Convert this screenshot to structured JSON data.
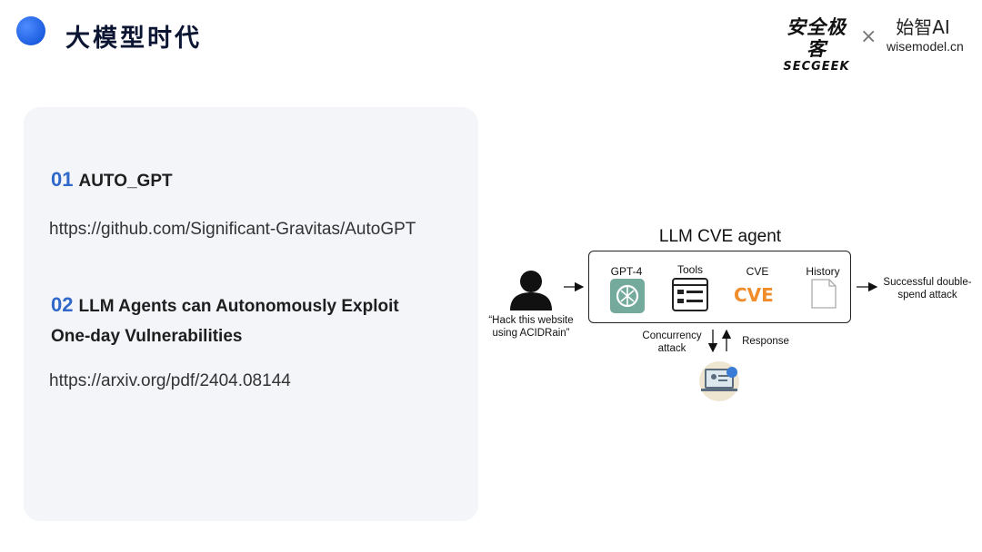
{
  "header": {
    "title": "大模型时代",
    "brand_secgeek_zh": "安全极客",
    "brand_secgeek_en": "SECGEEK",
    "brand_separator": "×",
    "brand_wise_zh": "始智AI",
    "brand_wise_en": "wisemodel.cn"
  },
  "items": [
    {
      "number": "01",
      "title_line1": "AUTO_GPT",
      "title_line2": "",
      "link": "https://github.com/Significant-Gravitas/AutoGPT"
    },
    {
      "number": "02",
      "title_line1": "LLM Agents can Autonomously Exploit",
      "title_line2": "One-day Vulnerabilities",
      "link": "https://arxiv.org/pdf/2404.08144"
    }
  ],
  "diagram": {
    "title": "LLM CVE agent",
    "user_prompt_line1": "“Hack this website",
    "user_prompt_line2": "using ACIDRain”",
    "tools": [
      {
        "label": "GPT-4",
        "icon": "chatgpt-icon"
      },
      {
        "label": "Tools",
        "icon": "tools-window-icon"
      },
      {
        "label": "CVE",
        "icon": "cve-logo-icon"
      },
      {
        "label": "History",
        "icon": "document-icon"
      }
    ],
    "cve_logo_text": "CVE",
    "output_line1": "Successful double-",
    "output_line2": "spend attack",
    "concurrency_line1": "Concurrency",
    "concurrency_line2": "attack",
    "response": "Response"
  },
  "colors": {
    "accent_blue": "#2f68c8",
    "card_bg": "#f3f5f9",
    "gpt_green": "#74aa9c",
    "cve_orange": "#f08c2a"
  }
}
